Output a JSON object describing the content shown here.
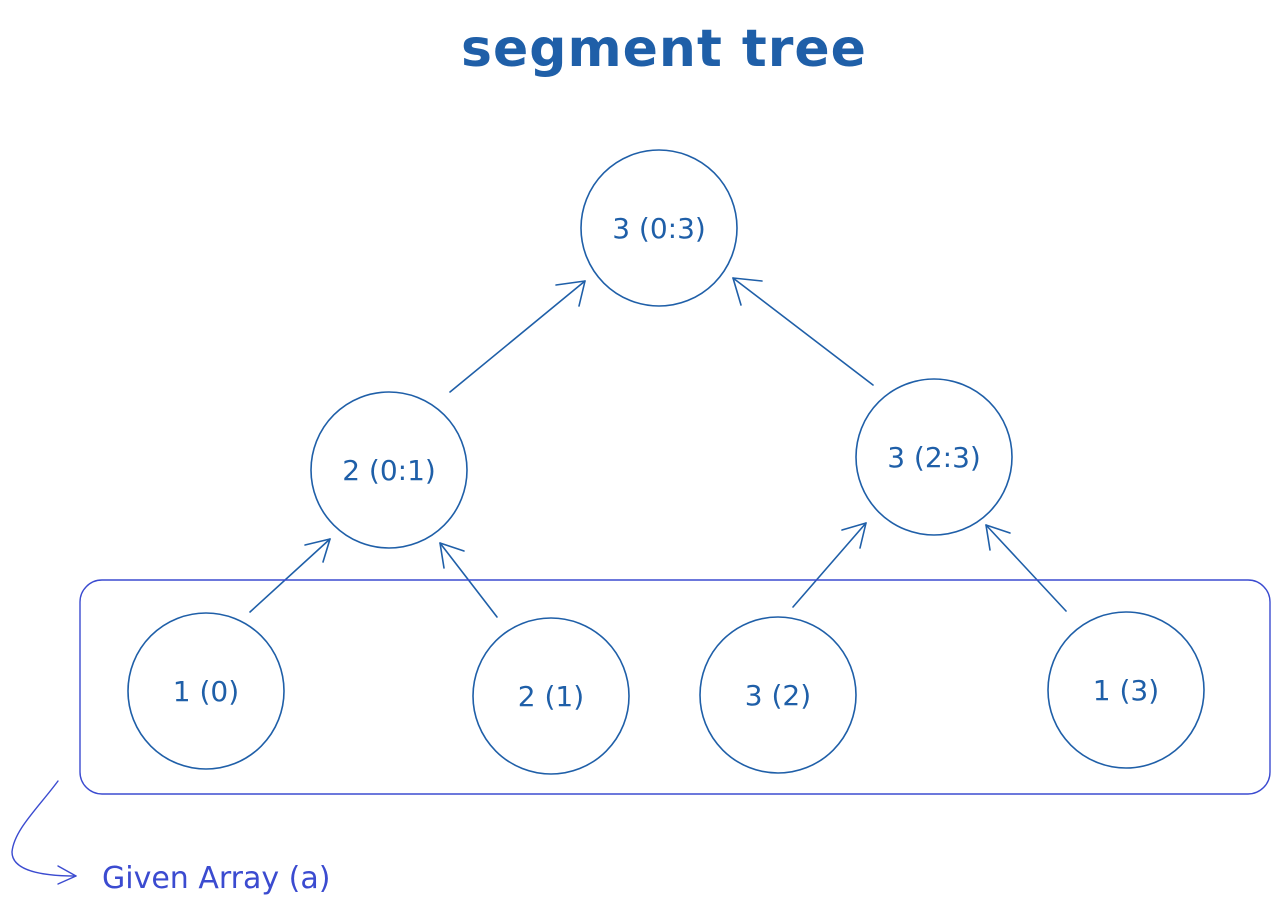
{
  "title": "segment tree",
  "nodes": [
    {
      "id": "root",
      "label": "3 (0:3)"
    },
    {
      "id": "left",
      "label": "2 (0:1)"
    },
    {
      "id": "right",
      "label": "3 (2:3)"
    },
    {
      "id": "leaf0",
      "label": "1 (0)"
    },
    {
      "id": "leaf1",
      "label": "2 (1)"
    },
    {
      "id": "leaf2",
      "label": "3 (2)"
    },
    {
      "id": "leaf3",
      "label": "1 (3)"
    }
  ],
  "edges": [
    {
      "from": "left",
      "to": "root"
    },
    {
      "from": "right",
      "to": "root"
    },
    {
      "from": "leaf0",
      "to": "left"
    },
    {
      "from": "leaf1",
      "to": "left"
    },
    {
      "from": "leaf2",
      "to": "right"
    },
    {
      "from": "leaf3",
      "to": "right"
    }
  ],
  "array_label": "Given Array (a)",
  "colors": {
    "tree": "#1f5fa8",
    "annotation": "#3b4bd0"
  }
}
